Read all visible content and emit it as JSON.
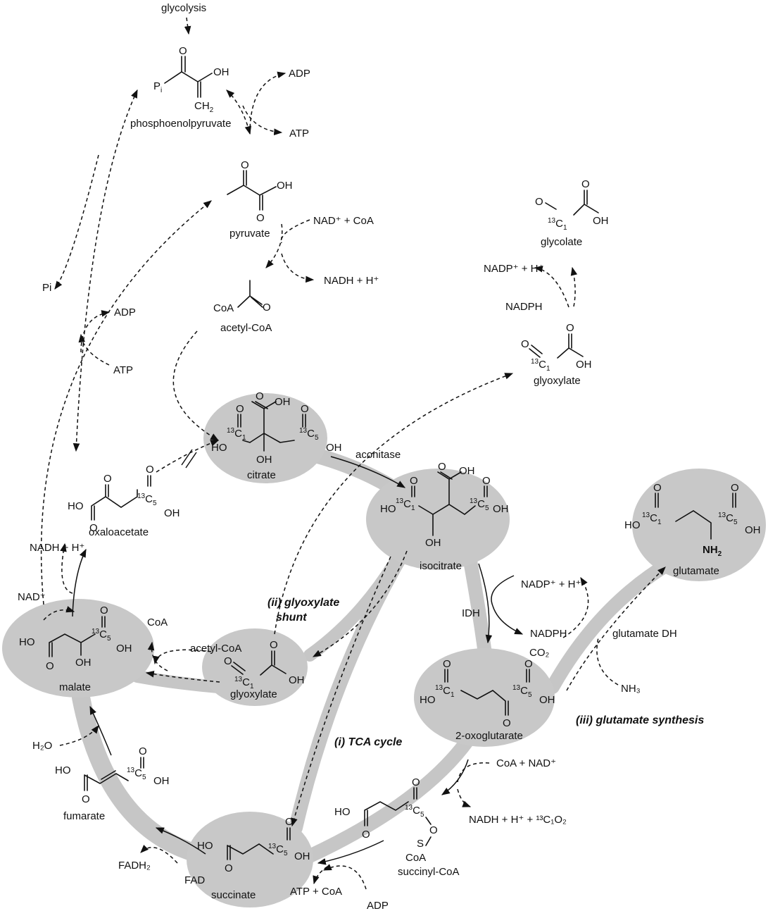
{
  "colors": {
    "node_fill": "#c8c8c8",
    "band": "#c6c6c6",
    "ink": "#111111"
  },
  "pathways": {
    "tca": "(i) TCA cycle",
    "shunt_line1": "(ii) glyoxylate",
    "shunt_line2": "shunt",
    "glutamate": "(iii) glutamate synthesis"
  },
  "metabolites": {
    "pep": "phosphoenolpyruvate",
    "pyruvate": "pyruvate",
    "acetyl_coa": "acetyl-CoA",
    "citrate": "citrate",
    "isocitrate": "isocitrate",
    "oxoglutarate": "2-oxoglutarate",
    "glutamate": "glutamate",
    "succinyl_coa": "succinyl-CoA",
    "succinate": "succinate",
    "fumarate": "fumarate",
    "malate": "malate",
    "oxaloacetate": "oxaloacetate",
    "glyoxylate_center": "glyoxylate",
    "glyoxylate_right": "glyoxylate",
    "glycolate": "glycolate"
  },
  "enzymes": {
    "aconitase": "aconitase",
    "idh": "IDH",
    "glutamate_dh": "glutamate DH"
  },
  "cofactors": {
    "glycolysis": "glycolysis",
    "adp_top": "ADP",
    "atp_top": "ATP",
    "nad_coa": "NAD⁺ + CoA",
    "nadh_pyr": "NADH + H⁺",
    "pi_left": "Pi",
    "adp_left": "ADP",
    "atp_left": "ATP",
    "nadph_top": "NADP⁺ + H⁺",
    "nadph_bottom": "NADPH",
    "nadh_oaa": "NADH + H⁺",
    "nad_malate": "NAD⁺",
    "coa_malate": "CoA",
    "acetylcoa_shunt": "acetyl-CoA",
    "nadp_idh": "NADP⁺ + H⁺",
    "nadph_idh": "NADPH",
    "co2_idh": "CO₂",
    "nh3": "NH₃",
    "coa_nad": "CoA + NAD⁺",
    "nadh_co2": "NADH + H⁺ + ¹³C₁O₂",
    "h2o": "H₂O",
    "fadh2": "FADH₂",
    "fad": "FAD",
    "atp_coa": "ATP + CoA",
    "adp_bottom": "ADP"
  }
}
